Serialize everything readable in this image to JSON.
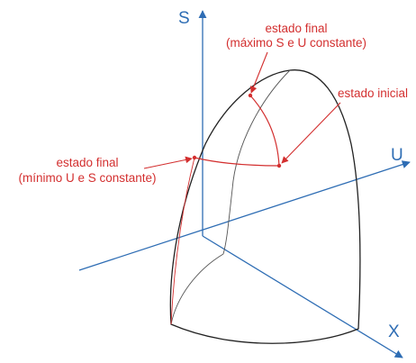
{
  "diagram": {
    "axes": {
      "s_label": "S",
      "u_label": "U",
      "x_label": "X"
    },
    "annotations": {
      "final_max_line1": "estado final",
      "final_max_line2": "(máximo S e U constante)",
      "initial": "estado inicial",
      "final_min_line1": "estado final",
      "final_min_line2": "(mínimo U e S constante)"
    },
    "colors": {
      "axis": "#2e6db4",
      "annotation": "#d32f2f",
      "surface": "#222222",
      "inner_curve": "#555555"
    }
  }
}
